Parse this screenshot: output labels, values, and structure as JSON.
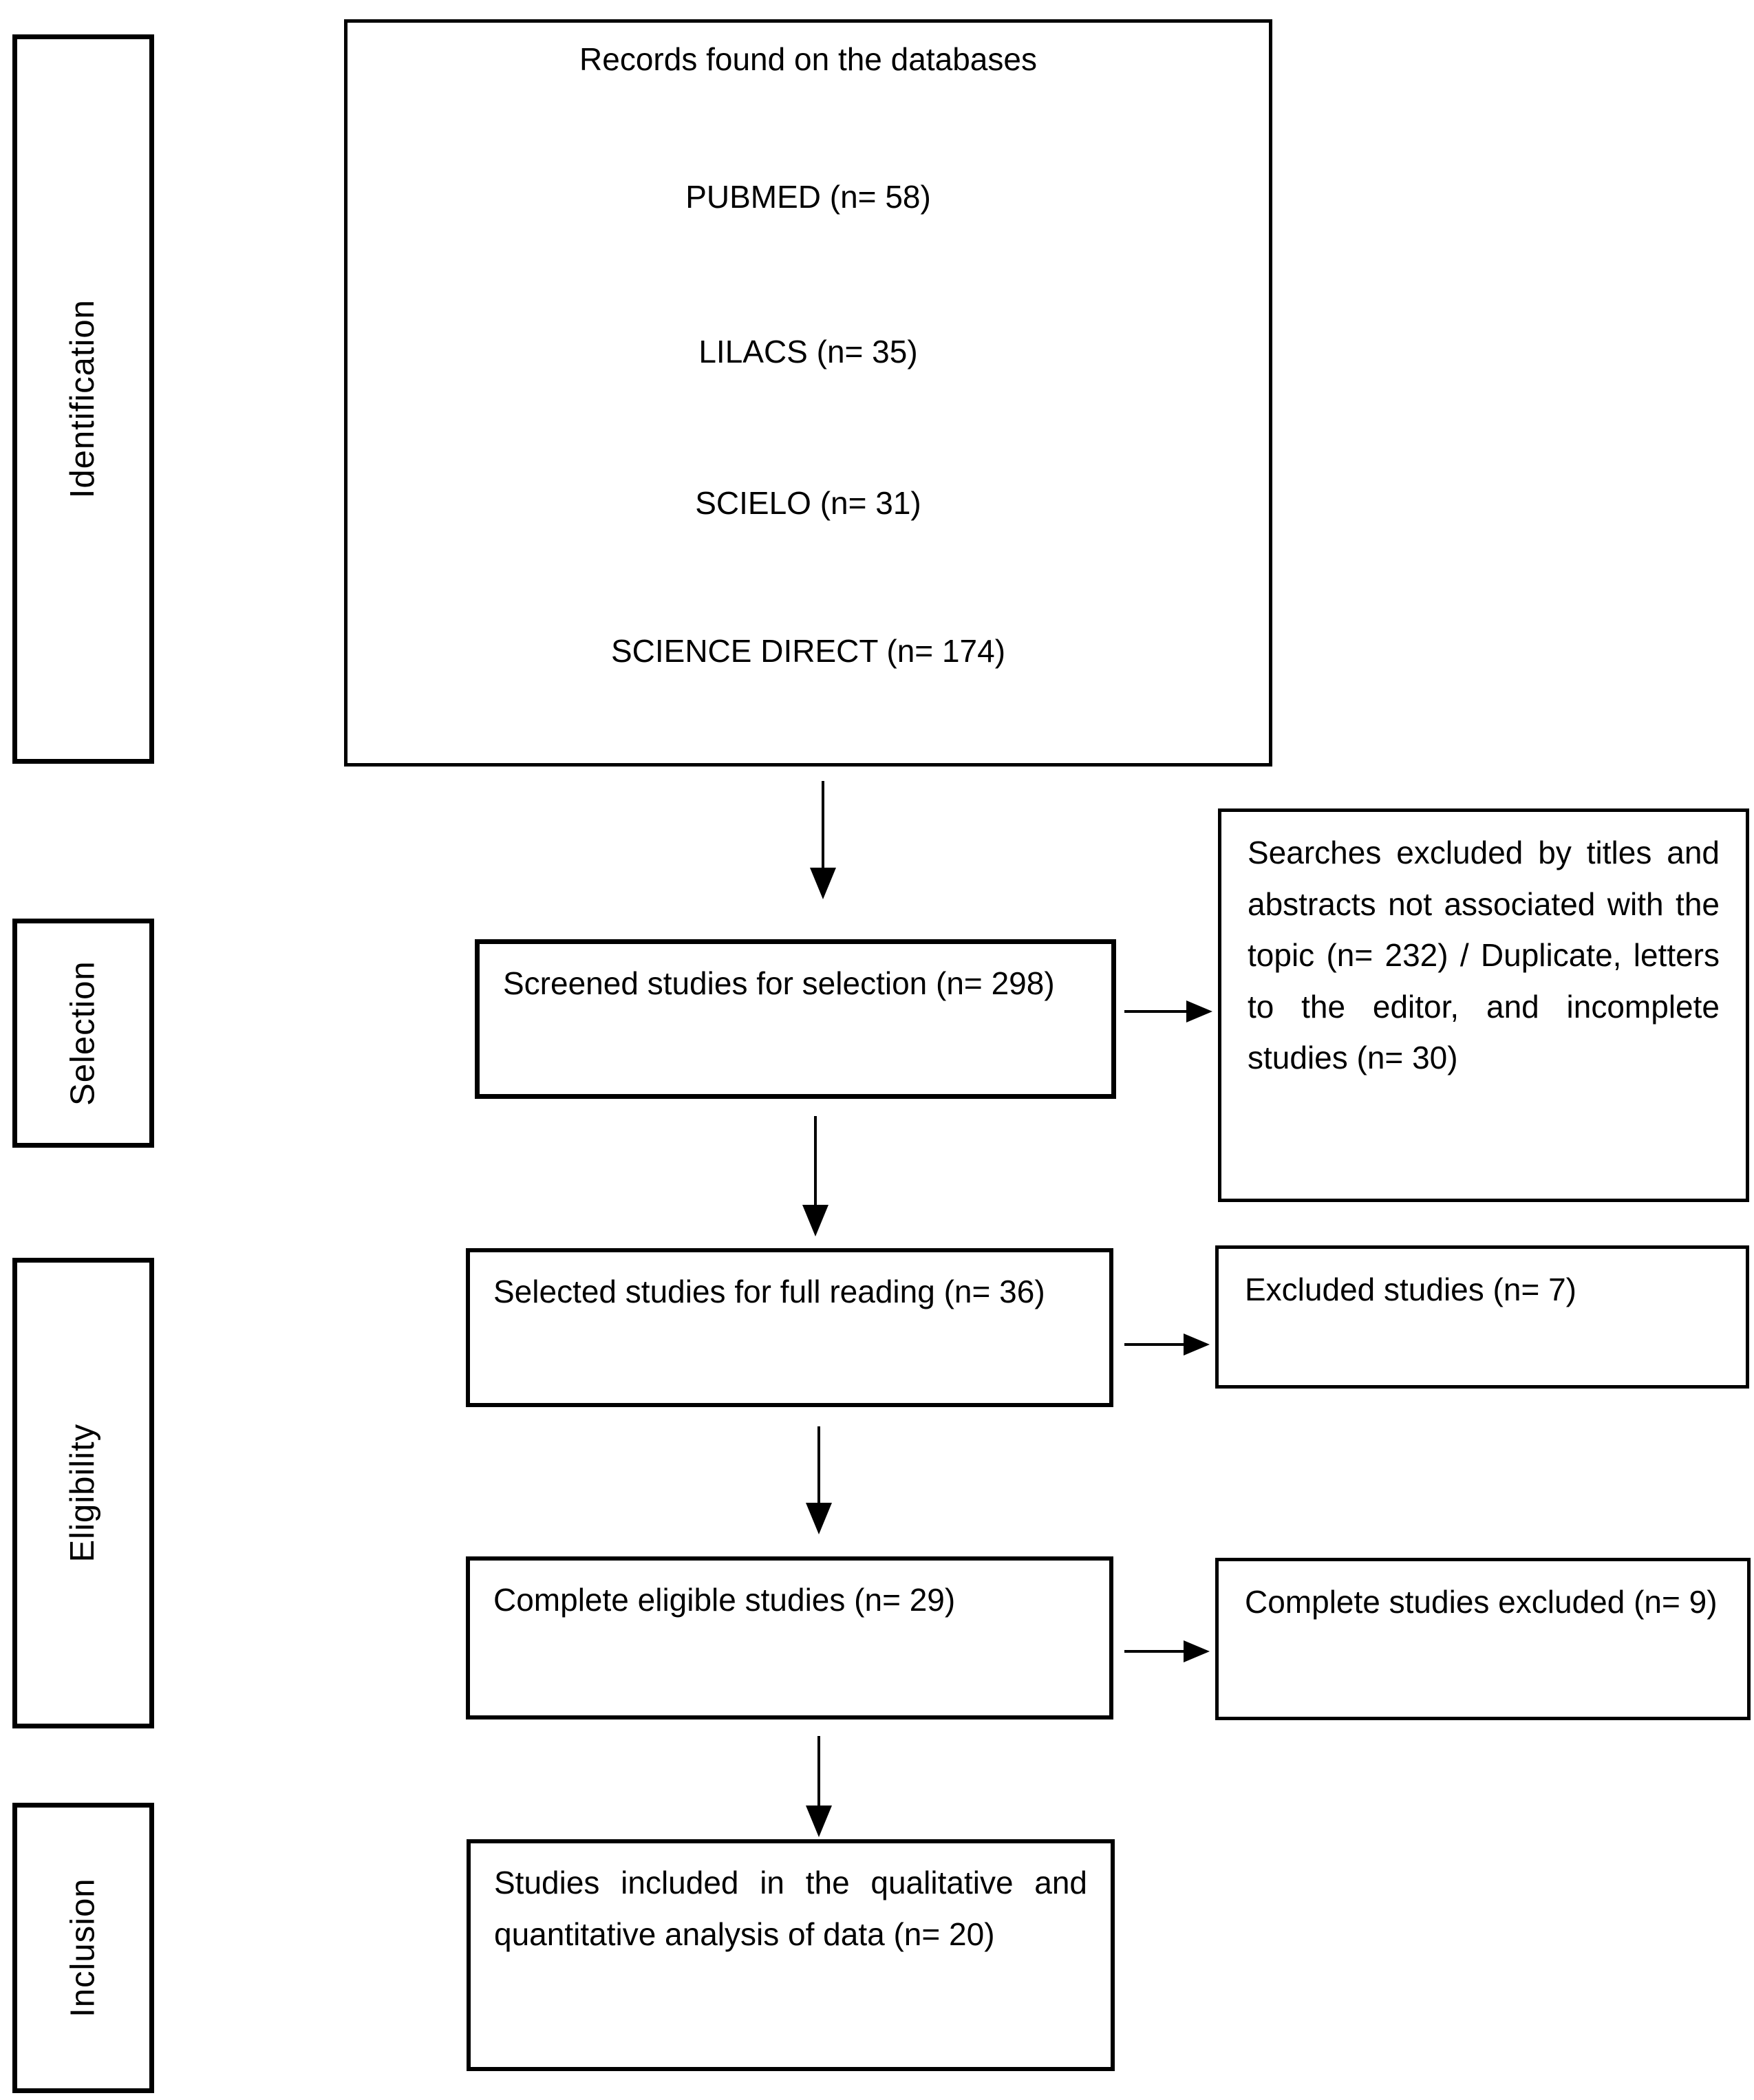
{
  "stages": [
    {
      "label": "Identification"
    },
    {
      "label": "Selection"
    },
    {
      "label": "Eligibility"
    },
    {
      "label": "Inclusion"
    }
  ],
  "records_box": {
    "title": "Records found on the databases",
    "sources": [
      "PUBMED (n= 58)",
      "LILACS (n= 35)",
      "SCIELO (n= 31)",
      "SCIENCE DIRECT (n= 174)"
    ]
  },
  "flow_boxes": {
    "screened": "Screened studies for selection (n= 298)",
    "selected": "Selected studies for full reading (n= 36)",
    "eligible": "Complete eligible studies (n= 29)",
    "included": "Studies included in the qualitative and quantitative analysis of data (n= 20)"
  },
  "exclusion_boxes": {
    "titles_abstracts": "Searches excluded by titles and abstracts not associated with the topic (n= 232) / Duplicate, letters to the editor, and incomplete studies (n= 30)",
    "full_reading": "Excluded studies (n= 7)",
    "complete": "Complete studies excluded (n= 9)"
  },
  "colors": {
    "line": "#000000",
    "text": "#000000",
    "background": "#ffffff"
  }
}
